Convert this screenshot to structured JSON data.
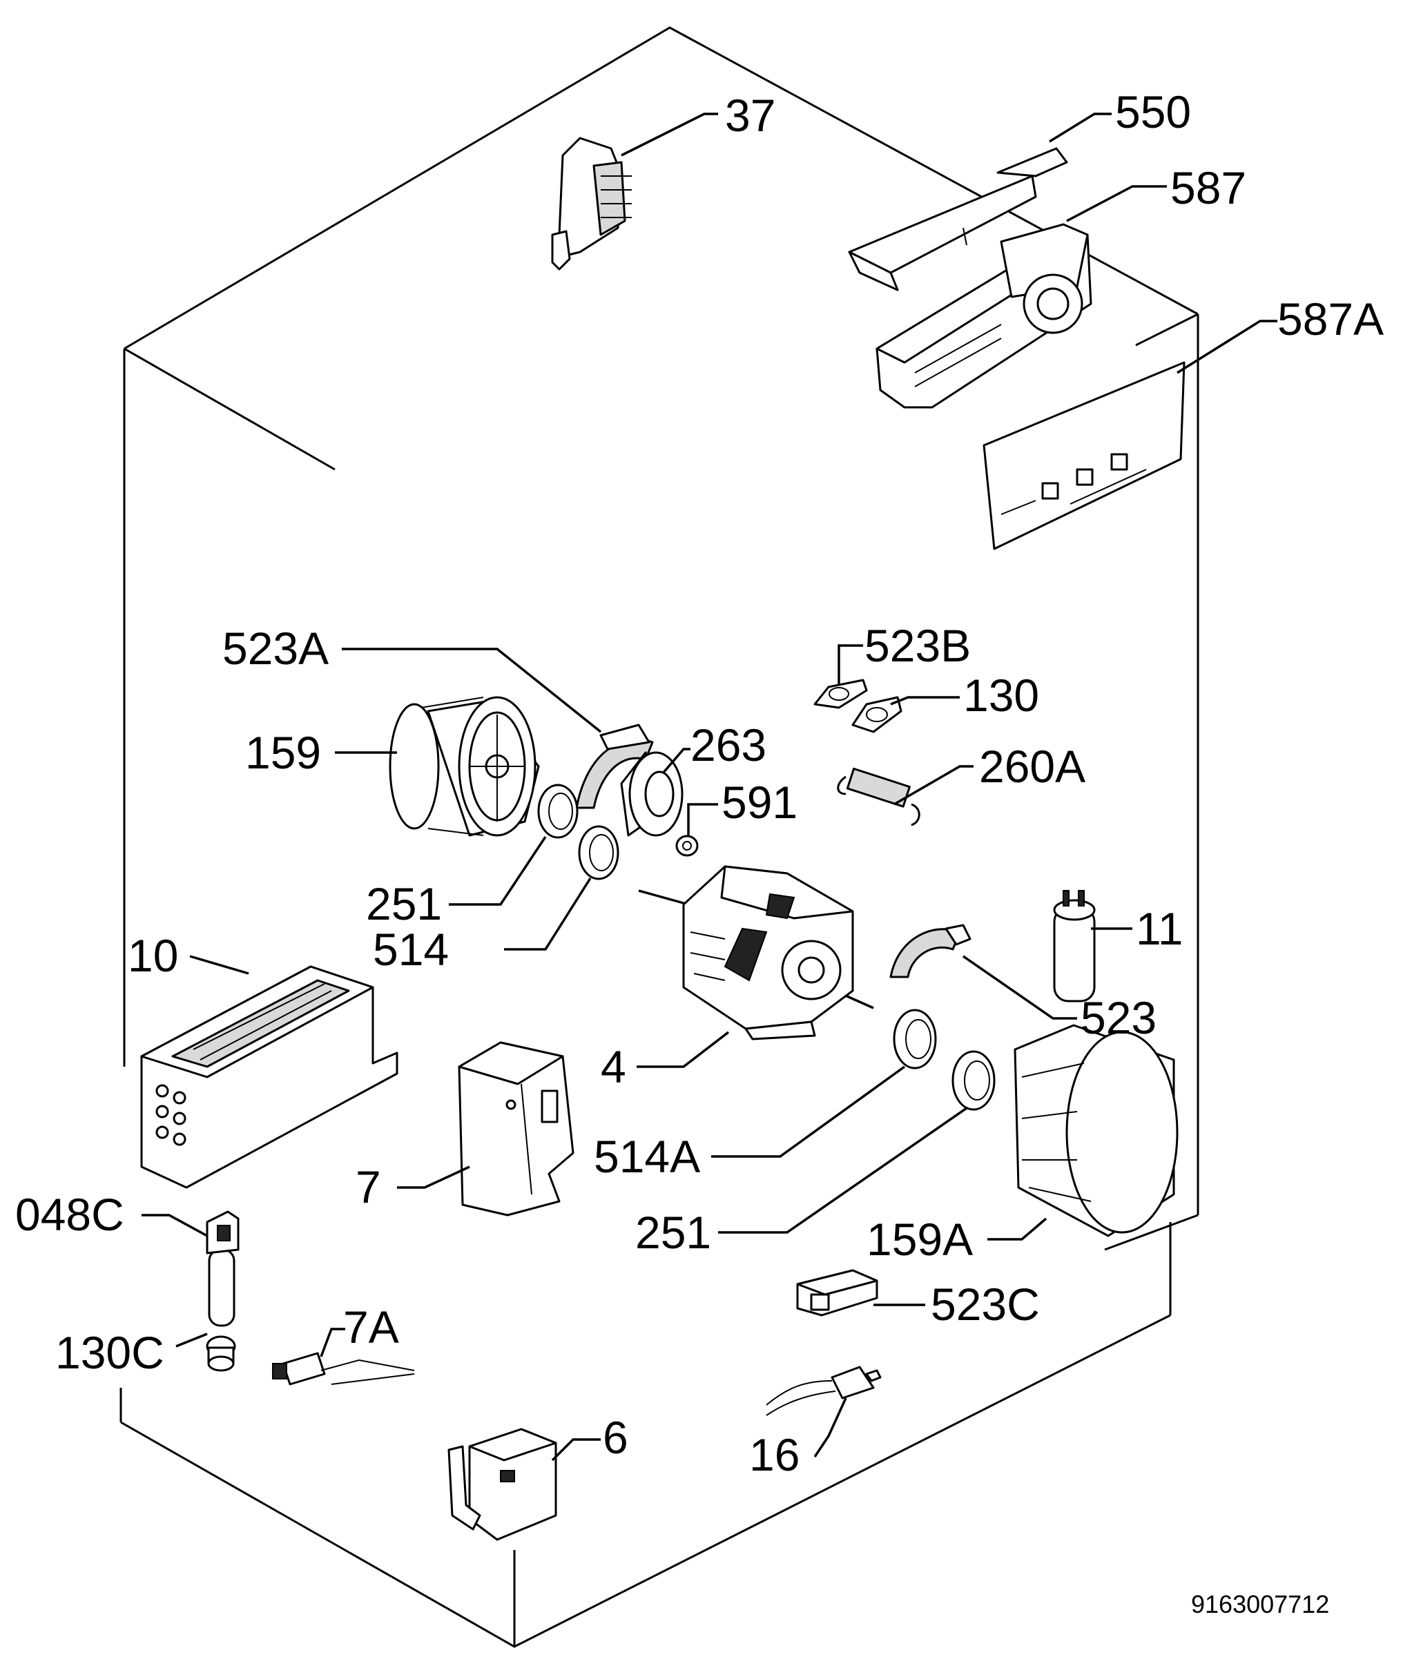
{
  "diagram": {
    "document_number": "9163007712",
    "labels": {
      "p37": "37",
      "p550": "550",
      "p587": "587",
      "p587A": "587A",
      "p523A": "523A",
      "p523B": "523B",
      "p130": "130",
      "p159": "159",
      "p263": "263",
      "p260A": "260A",
      "p591": "591",
      "p251a": "251",
      "p514": "514",
      "p11": "11",
      "p10": "10",
      "p523": "523",
      "p4": "4",
      "p514A": "514A",
      "p7": "7",
      "p251b": "251",
      "p048C": "048C",
      "p159A": "159A",
      "p523C": "523C",
      "p130C": "130C",
      "p7A": "7A",
      "p6": "6",
      "p16": "16"
    }
  }
}
